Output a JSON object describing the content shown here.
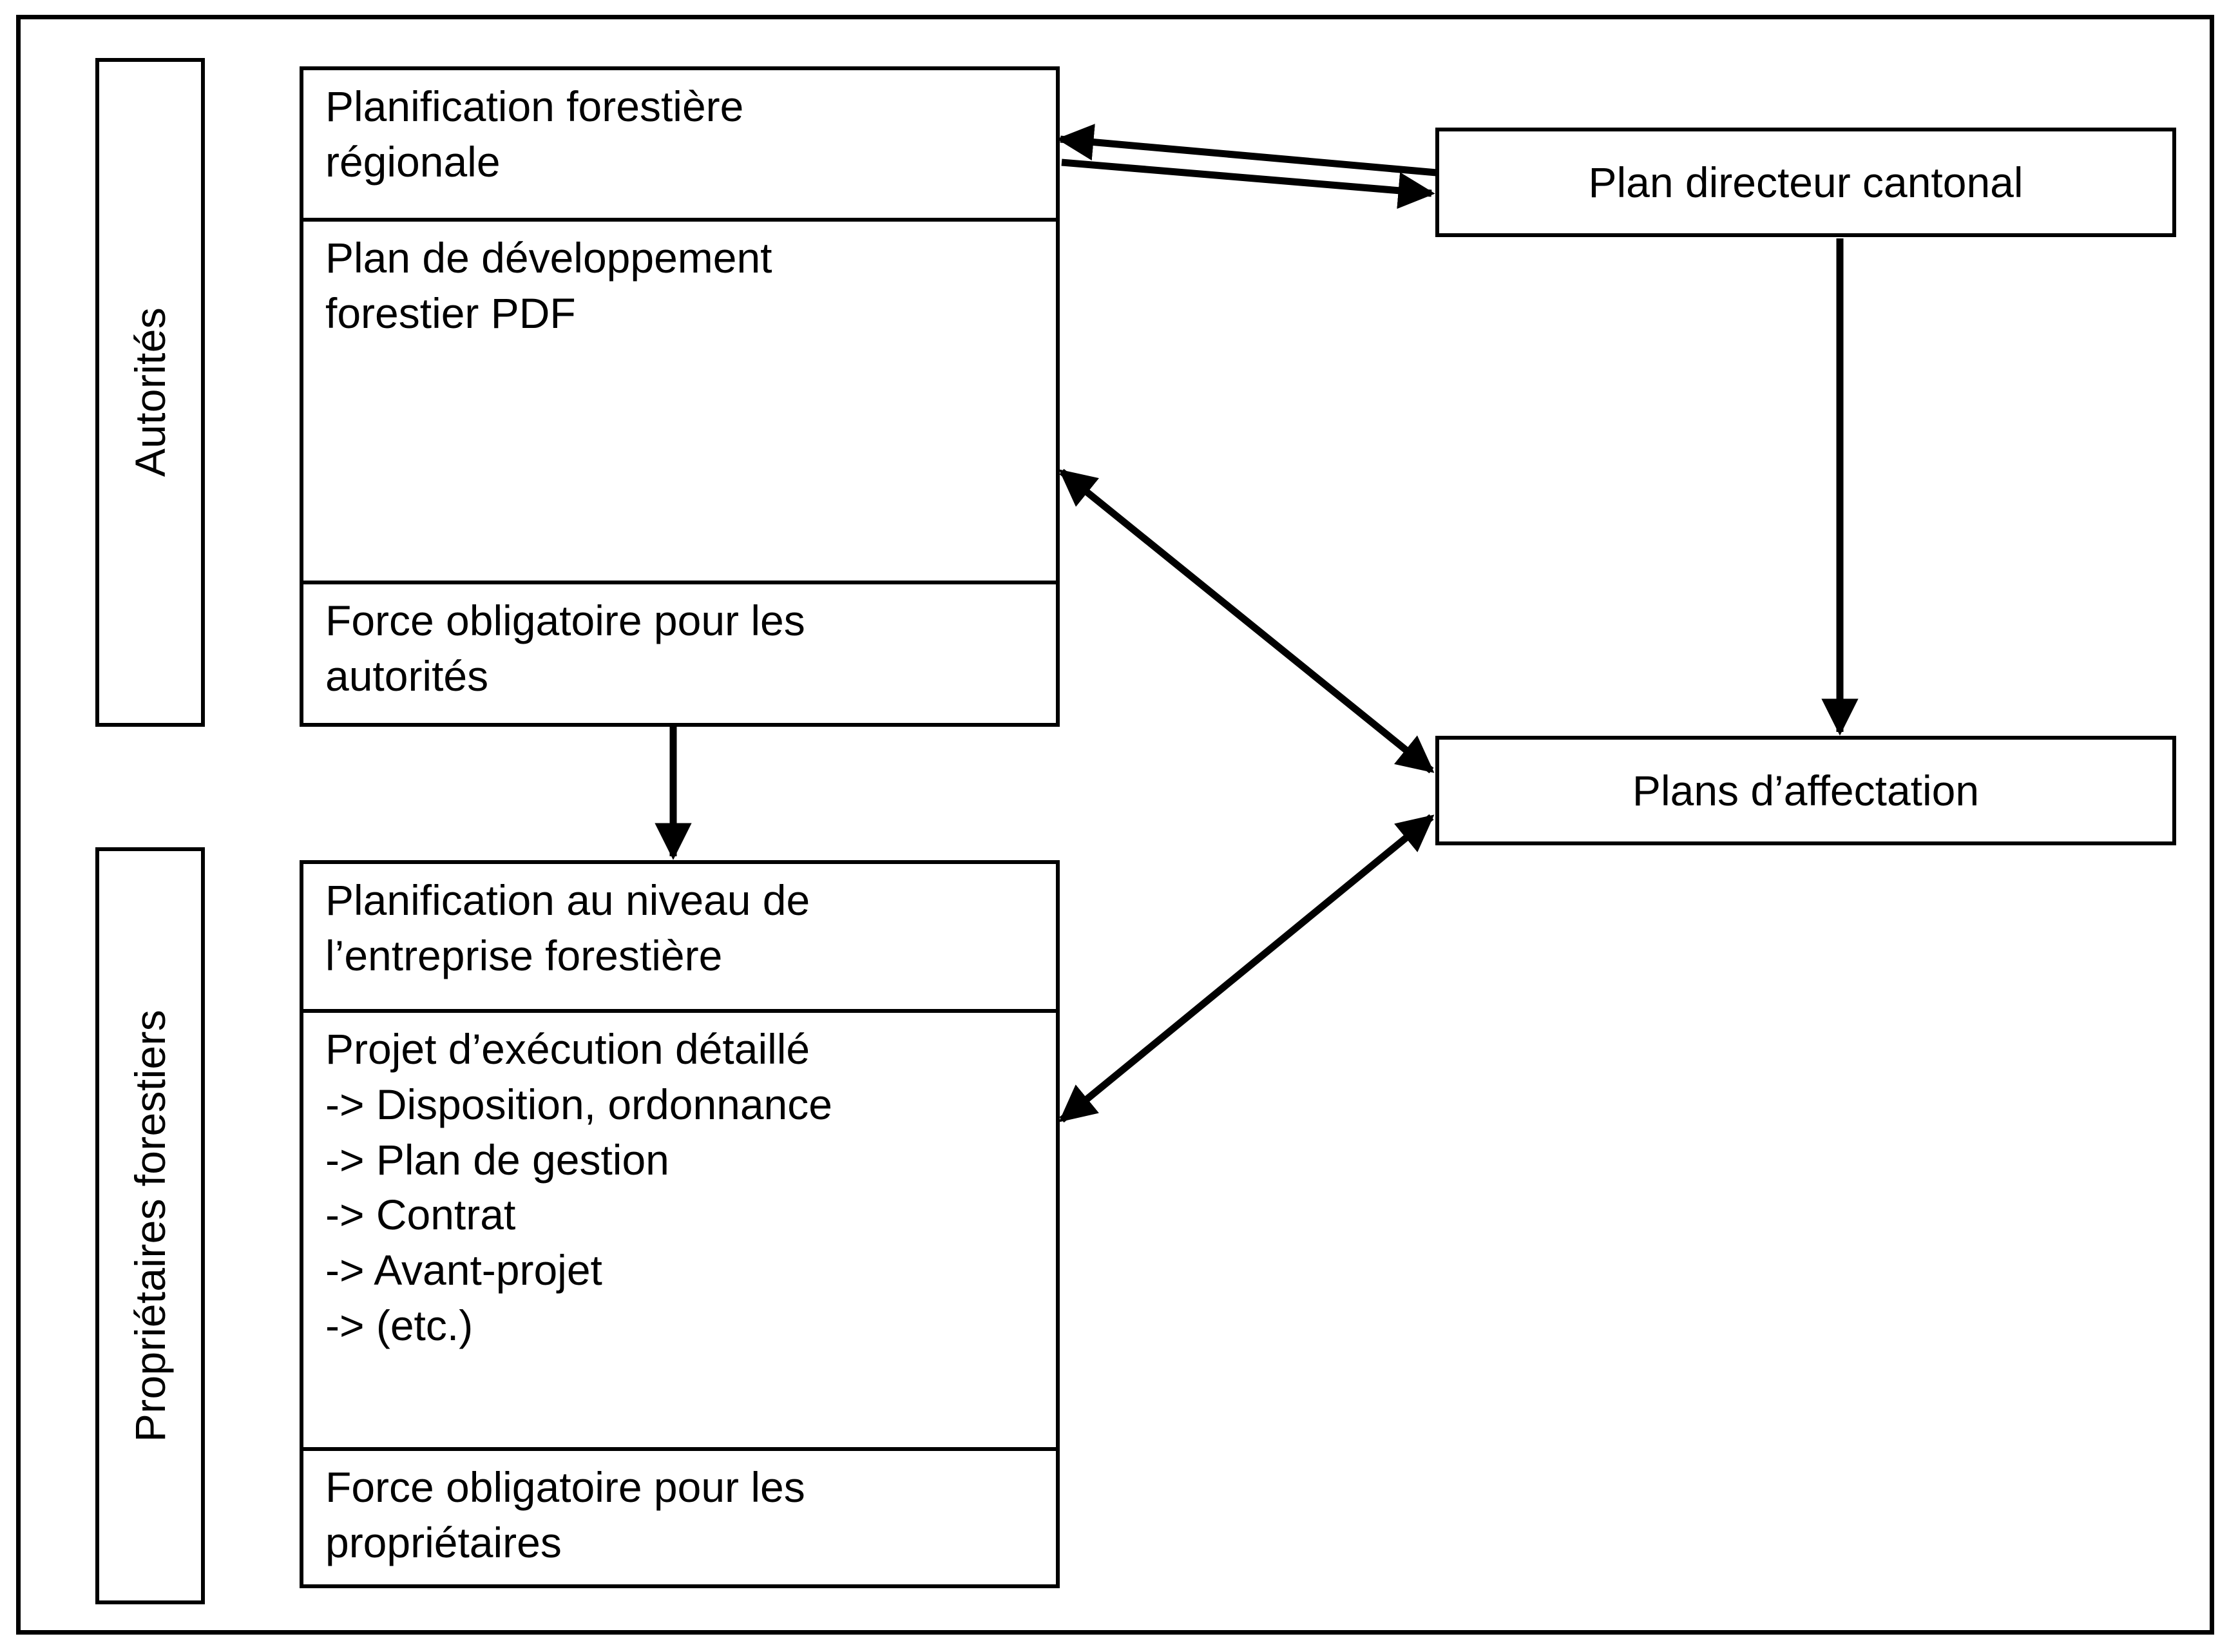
{
  "diagram": {
    "title_text_language": "fr",
    "side_labels": [
      {
        "id": "autorites",
        "text": "Autorités"
      },
      {
        "id": "proprietaires",
        "text": "Propriétaires forestiers"
      }
    ],
    "authority_stack": {
      "cells": [
        {
          "id": "planification-regionale",
          "lines": [
            "Planification forestière",
            "régionale"
          ]
        },
        {
          "id": "plan-developpement-pdf",
          "lines": [
            "Plan de développement",
            "forestier PDF"
          ]
        },
        {
          "id": "force-obligatoire-autorites",
          "lines": [
            "Force obligatoire pour les",
            "autorités"
          ]
        }
      ]
    },
    "owner_stack": {
      "cells": [
        {
          "id": "planification-entreprise",
          "lines": [
            "Planification au niveau de",
            "l’entreprise forestière"
          ]
        },
        {
          "id": "projet-execution",
          "lines": [
            "Projet d’exécution détaillé",
            "-> Disposition, ordonnance",
            "-> Plan de gestion",
            "-> Contrat",
            "-> Avant-projet",
            "-> (etc.)"
          ]
        },
        {
          "id": "force-obligatoire-proprietaires",
          "lines": [
            "Force obligatoire pour les",
            "propriétaires"
          ]
        }
      ]
    },
    "right_boxes": [
      {
        "id": "plan-directeur-cantonal",
        "label": "Plan directeur cantonal"
      },
      {
        "id": "plans-affectation",
        "label": "Plans d’affectation"
      }
    ],
    "connections": [
      {
        "id": "pdf-to-plan-directeur",
        "from": "plan-developpement-pdf",
        "to": "plan-directeur-cantonal",
        "style": "double-line-bidirectional"
      },
      {
        "id": "authority-to-plans-affectation",
        "from": "authority-stack",
        "to": "plans-affectation",
        "style": "double-headed-diagonal"
      },
      {
        "id": "plan-directeur-to-plans-affectation",
        "from": "plan-directeur-cantonal",
        "to": "plans-affectation",
        "style": "single-vertical"
      },
      {
        "id": "force-obligatoire-to-owner-stack",
        "from": "force-obligatoire-autorites",
        "to": "planification-entreprise",
        "style": "single-vertical"
      },
      {
        "id": "owner-to-plans-affectation",
        "from": "owner-stack",
        "to": "plans-affectation",
        "style": "double-headed-diagonal"
      }
    ],
    "colors": {
      "stroke": "#000000",
      "background": "#ffffff",
      "text": "#000000"
    }
  }
}
